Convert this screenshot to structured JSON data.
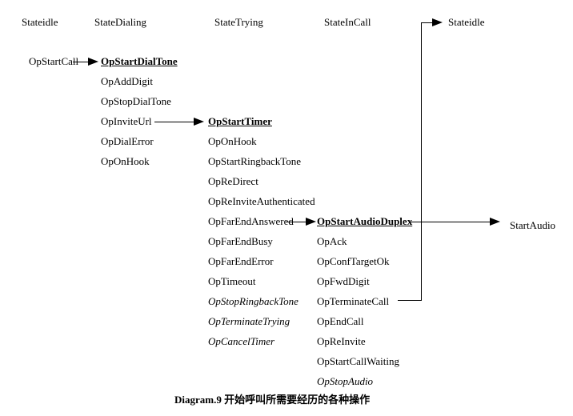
{
  "diagram": {
    "caption": "Diagram.9 开始呼叫所需要经历的各种操作",
    "states": {
      "idle_left": "Stateidle",
      "dialing": "StateDialing",
      "trying": "StateTrying",
      "incall": "StateInCall",
      "idle_right": "Stateidle"
    },
    "trigger": "OpStartCall",
    "result": "StartAudio",
    "dialing_ops": [
      {
        "label": "OpStartDialTone"
      },
      {
        "label": "OpAddDigit"
      },
      {
        "label": "OpStopDialTone"
      },
      {
        "label": "OpInviteUrl"
      },
      {
        "label": "OpDialError"
      },
      {
        "label": "OpOnHook"
      }
    ],
    "trying_ops": [
      {
        "label": "OpStartTimer"
      },
      {
        "label": "OpOnHook"
      },
      {
        "label": "OpStartRingbackTone"
      },
      {
        "label": "OpReDirect"
      },
      {
        "label": "OpReInviteAuthenticated"
      },
      {
        "label": "OpFarEndAnswered"
      },
      {
        "label": "OpFarEndBusy"
      },
      {
        "label": "OpFarEndError"
      },
      {
        "label": "OpTimeout"
      },
      {
        "label": "OpStopRingbackTone"
      },
      {
        "label": "OpTerminateTrying"
      },
      {
        "label": "OpCancelTimer"
      }
    ],
    "incall_ops": [
      {
        "label": "OpStartAudioDuplex"
      },
      {
        "label": "OpAck"
      },
      {
        "label": "OpConfTargetOk"
      },
      {
        "label": "OpFwdDigit"
      },
      {
        "label": "OpTerminateCall"
      },
      {
        "label": "OpEndCall"
      },
      {
        "label": "OpReInvite"
      },
      {
        "label": "OpStartCallWaiting"
      },
      {
        "label": "OpStopAudio"
      }
    ]
  }
}
